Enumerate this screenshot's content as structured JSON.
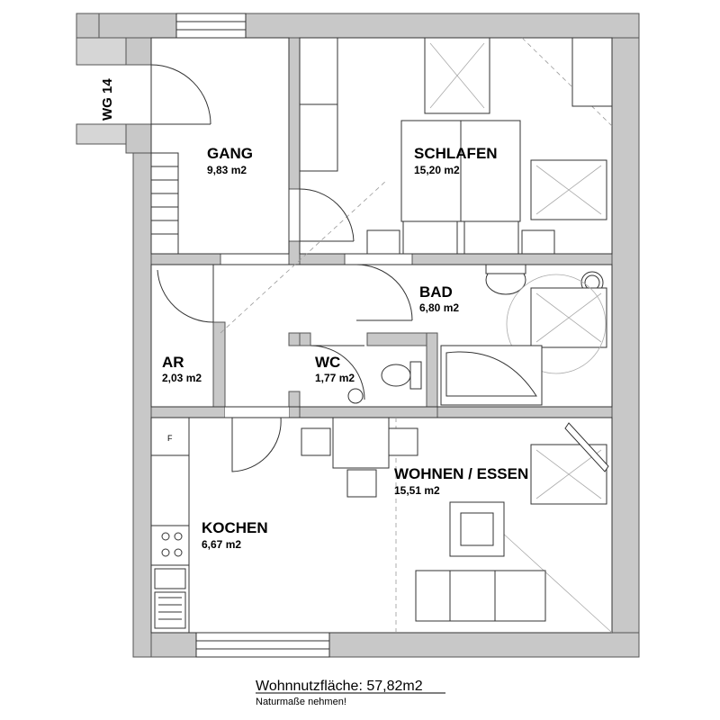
{
  "unit": {
    "label": "WG 14"
  },
  "rooms": {
    "gang": {
      "name": "GANG",
      "area": "9,83 m2"
    },
    "schlafen": {
      "name": "SCHLAFEN",
      "area": "15,20 m2"
    },
    "bad": {
      "name": "BAD",
      "area": "6,80 m2"
    },
    "ar": {
      "name": "AR",
      "area": "2,03 m2"
    },
    "wc": {
      "name": "WC",
      "area": "1,77 m2"
    },
    "wohnen": {
      "name": "WOHNEN / ESSEN",
      "area": "15,51 m2"
    },
    "kochen": {
      "name": "KOCHEN",
      "area": "6,67 m2"
    }
  },
  "fixtures": {
    "fridge_label": "F"
  },
  "summary": {
    "total": "Wohnnutzfläche: 57,82m2",
    "note": "Naturmaße nehmen!"
  }
}
